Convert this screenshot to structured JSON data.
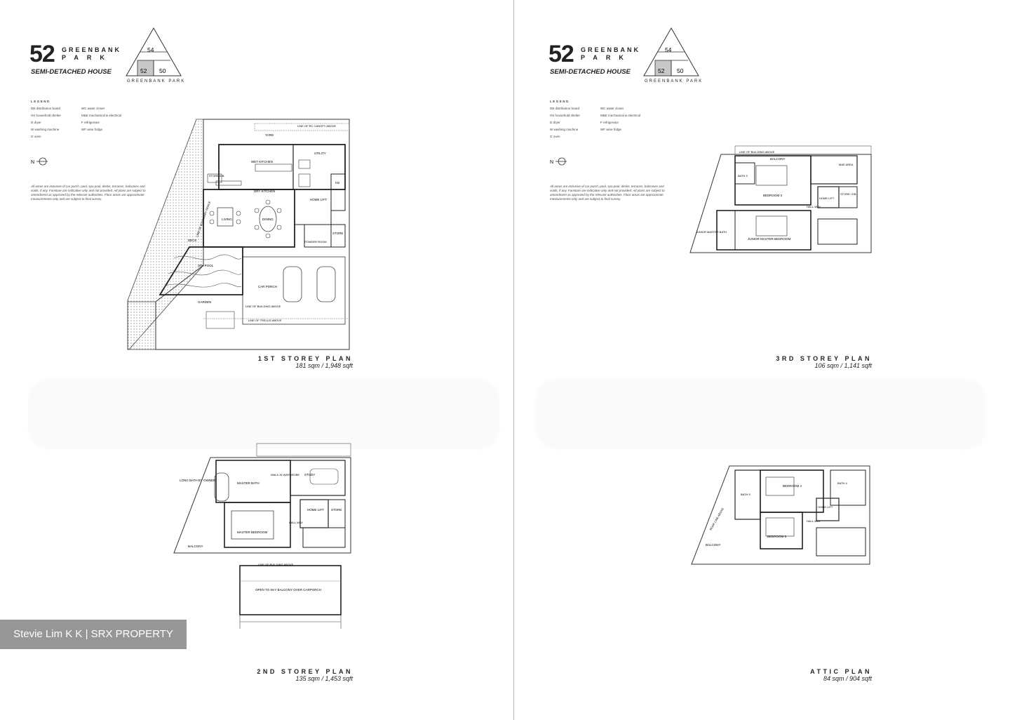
{
  "brand": {
    "number": "52",
    "name_line1": "GREENBANK",
    "name_line2": "PARK",
    "subtitle": "SEMI-DETACHED HOUSE",
    "site_key": {
      "top": "54",
      "bottom_left": "52",
      "bottom_right": "50",
      "caption": "GREENBANK PARK"
    }
  },
  "legend": {
    "title": "LEGEND",
    "items": [
      "DB  distribution board",
      "WC  water closet",
      "HS  household shelter",
      "M&E  mechanical & electrical",
      "D  dryer",
      "F  refrigerator",
      "W  washing machine",
      "WF  wine fridge",
      "O  oven",
      ""
    ],
    "note": "All areas are inclusive of car porch, pool, spa pool, decks, terraces, balconies and voids, if any. Furniture are indicative only and not provided. All plans are subject to amendment as approved by the relevant authorities. Floor areas are approximate measurements only and are subject to final survey."
  },
  "plans": {
    "first": {
      "title": "1ST STOREY PLAN",
      "area": "181 sqm / 1,948 sqft",
      "labels": {
        "yard": "YARD",
        "wet_kitchen": "WET KITCHEN",
        "utility": "UTILITY",
        "store_db": "STORE /DB",
        "dry_kitchen": "DRY KITCHEN",
        "living": "LIVING",
        "dining": "DINING",
        "home_lift": "HOME LIFT",
        "hs": "HS",
        "store": "STORE",
        "powder_room": "POWDER ROOM",
        "deck": "DECK",
        "spa_pool": "SPA POOL",
        "car_porch": "CAR PORCH",
        "garden": "GARDEN",
        "line_canopy": "LINE OF RC CANOPY ABOVE",
        "line_building": "LINE OF BUILDING ABOVE",
        "line_trellis": "LINE OF TRELLIS ABOVE",
        "line_bound": "LINE OF BOUNDARY FENCE"
      }
    },
    "second": {
      "title": "2ND STOREY PLAN",
      "area": "135 sqm / 1,453 sqft",
      "labels": {
        "long_bath": "LONG BATH BY OWNER",
        "master_bath": "MASTER BATH",
        "walk_in": "WALK-IN WARDROBE",
        "study": "STUDY",
        "home_lift": "HOME LIFT",
        "store": "STORE",
        "hallway": "HALL-WAY",
        "master_bedroom": "MASTER BEDROOM",
        "balcony": "BALCONY",
        "line_building": "LINE OF BUILDING ABOVE",
        "open_balcony": "OPEN TO SKY BALCONY OVER CARPORCH"
      }
    },
    "third": {
      "title": "3RD STOREY PLAN",
      "area": "106 sqm / 1,141 sqft",
      "labels": {
        "line_building": "LINE OF BUILDING ABOVE",
        "balcony": "BALCONY",
        "me_area": "M&E AREA",
        "bath3": "BATH 3",
        "bedroom3": "BEDROOM 3",
        "home_lift": "HOME LIFT",
        "store_db": "STORE / DB",
        "hallway": "HALL-WAY",
        "junior_master_bath": "JUNIOR MASTER BATH",
        "junior_master_bedroom": "JUNIOR MASTER BEDROOM"
      }
    },
    "attic": {
      "title": "ATTIC PLAN",
      "area": "84 sqm / 904 sqft",
      "labels": {
        "bedroom4": "BEDROOM 4",
        "bath4": "BATH 4",
        "bath5": "BATH 5",
        "home_lift": "HOME LIFT",
        "hallway": "HALL-WAY",
        "bedroom5": "BEDROOM 5",
        "balcony": "BALCONY",
        "roof_line": "ROOF LINE ABOVE"
      }
    }
  },
  "watermark": "Stevie Lim K K | SRX PROPERTY"
}
